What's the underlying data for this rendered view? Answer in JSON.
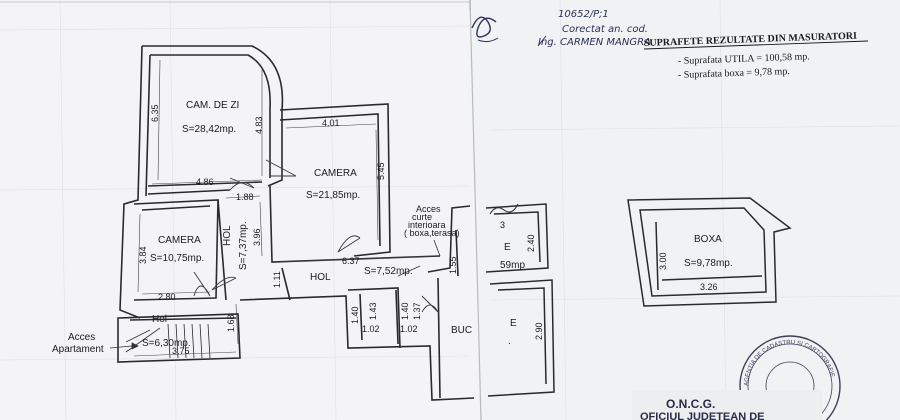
{
  "header": {
    "handwritten_ref": "10652/P;1",
    "handwritten_note": "Corectat an. cod.",
    "handwritten_name": "Ing. CARMEN MANGRA",
    "title": "SUPRAFETE REZULTATE DIN MASURATORI",
    "line1": "- Suprafata UTILA = 100,58 mp.",
    "line2": "- Suprafata boxa     =    9,78 mp."
  },
  "rooms": {
    "cam_de_zi": {
      "name": "CAM. DE ZI",
      "area": "S=28,42mp."
    },
    "camera1": {
      "name": "CAMERA",
      "area": "S=21,85mp."
    },
    "camera2": {
      "name": "CAMERA",
      "area": "S=10,75mp."
    },
    "hol_vert": {
      "name": "HOL",
      "area": "S=7,37mp."
    },
    "hol_main": {
      "name": "HOL",
      "area": "S=7,52mp."
    },
    "hol_entry": {
      "name": "Hol",
      "area": "S=6,30mp."
    },
    "boxa": {
      "name": "BOXA",
      "area": "S=9,78mp."
    },
    "bucatarie_partial": "BUC",
    "cut_e1": "E",
    "cut_e2": "E",
    "cut_area": "59mp",
    "cut_dot": "."
  },
  "dims": {
    "d635": "6.35",
    "d483": "4.83",
    "d401": "4.01",
    "d545": "5.45",
    "d486": "4.86",
    "d188": "1.88",
    "d384": "3.84",
    "d396": "3.96",
    "d280": "2.80",
    "d637": "6.37",
    "d111": "1.11",
    "d155": "1.55",
    "d168": "1.68",
    "d375": "3.75",
    "d140a": "1.40",
    "d143": "1.43",
    "d102a": "1.02",
    "d140b": "1.40",
    "d102b": "1.02",
    "d137": "1.37",
    "d240": "2.40",
    "d290": "2.90",
    "d3": "3",
    "box300": "3.00",
    "box326": "3.26"
  },
  "labels": {
    "acces_courtyard_1": "Acces",
    "acces_courtyard_2": "curte",
    "acces_courtyard_3": "interioara",
    "acces_courtyard_4": "( boxa,terasa)",
    "acces_apt_1": "Acces",
    "acces_apt_2": "Apartament"
  },
  "stamp": {
    "line1": "O.N.C.G.",
    "line2": "OFICIUL JUDETEAN DE",
    "ring_text": "AGENTIA DE CADASTRU SI CARTOGRAFIE"
  }
}
